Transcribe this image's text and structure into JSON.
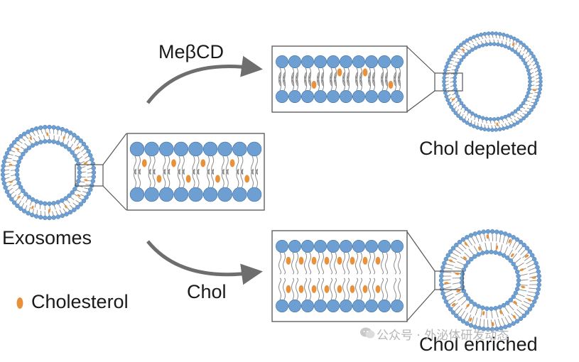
{
  "labels": {
    "exosomes": "Exosomes",
    "mebcd": "MeβCD",
    "chol": "Chol",
    "chol_depleted": "Chol depleted",
    "chol_enriched": "Chol enriched",
    "legend_cholesterol": "Cholesterol"
  },
  "watermark": {
    "text": "公众号 · 外泌体研发动态",
    "icon": "wechat-icon"
  },
  "colors": {
    "lipid_head": "#6d9fd3",
    "lipid_head_stroke": "#3f6f9f",
    "lipid_tail": "#8a8a8a",
    "cholesterol": "#e8903a",
    "arrow": "#6e6e6e",
    "box_border": "#555555"
  }
}
